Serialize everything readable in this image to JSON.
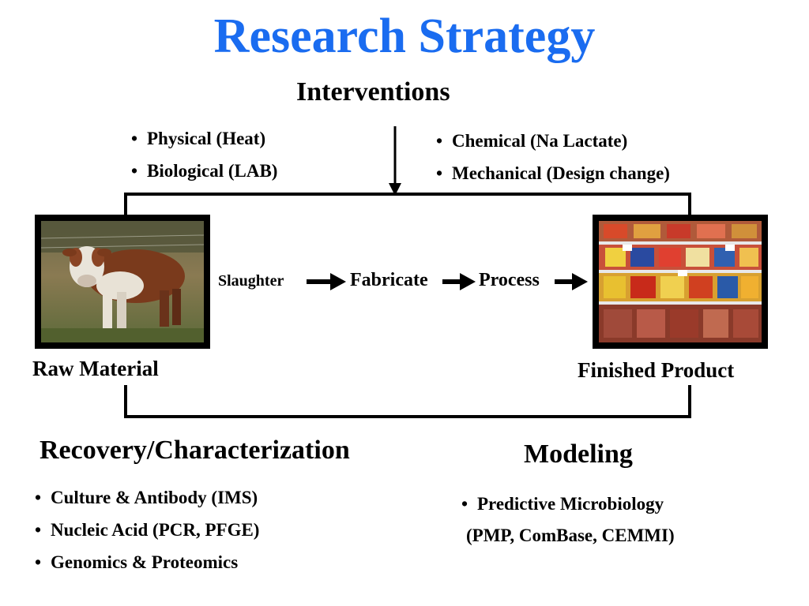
{
  "title": "Research Strategy",
  "interventions": {
    "heading": "Interventions",
    "left_items": [
      "Physical  (Heat)",
      "Biological (LAB)"
    ],
    "right_items": [
      "Chemical (Na Lactate)",
      "Mechanical (Design change)"
    ]
  },
  "flow": {
    "raw_material": "Raw Material",
    "finished_product": "Finished Product",
    "steps": [
      "Slaughter",
      "Fabricate",
      "Process"
    ]
  },
  "recovery": {
    "heading": "Recovery/Characterization",
    "items": [
      "Culture & Antibody (IMS)",
      "Nucleic Acid (PCR, PFGE)",
      "Genomics & Proteomics"
    ]
  },
  "modeling": {
    "heading": "Modeling",
    "items": [
      "Predictive Microbiology"
    ],
    "subline": "(PMP, ComBase, CEMMI)"
  },
  "icons": [
    "cow-photo-icon",
    "meat-display-photo-icon",
    "right-arrow-icon",
    "down-arrow-icon"
  ]
}
